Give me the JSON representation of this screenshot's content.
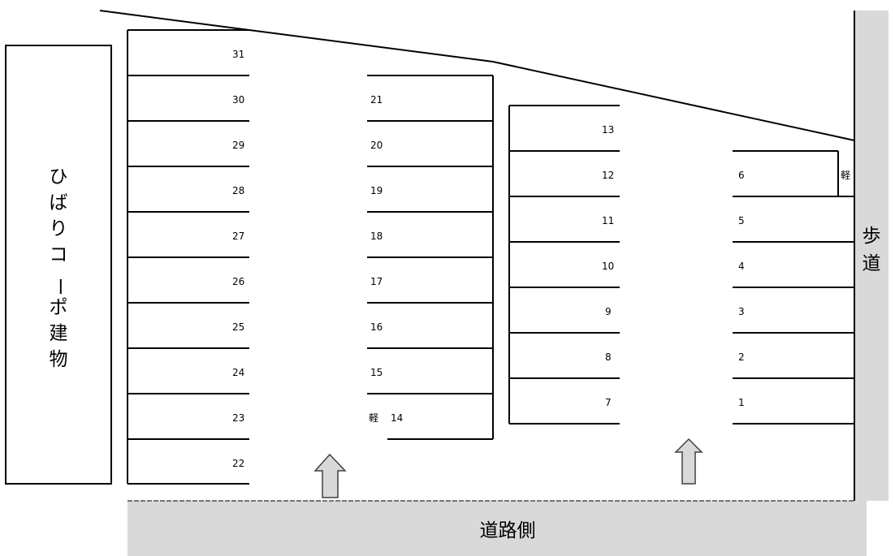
{
  "building": {
    "label_chars": [
      "ひ",
      "ば",
      "り",
      "コ",
      "ー",
      "ポ",
      "建",
      "物"
    ]
  },
  "sidewalk": {
    "label_chars": [
      "歩",
      "道"
    ]
  },
  "road": {
    "label": "道路側"
  },
  "kei_marker": "軽",
  "colors": {
    "line": "#000000",
    "road_fill": "#d9d9d9",
    "arrow_fill": "#d9d9d9",
    "arrow_stroke": "#404040"
  },
  "columns": {
    "col_a": [
      "31",
      "30",
      "29",
      "28",
      "27",
      "26",
      "25",
      "24",
      "23",
      "22"
    ],
    "col_b": [
      "21",
      "20",
      "19",
      "18",
      "17",
      "16",
      "15",
      "14"
    ],
    "col_c": [
      "13",
      "12",
      "11",
      "10",
      "9",
      "8",
      "7"
    ],
    "col_d": [
      "6",
      "5",
      "4",
      "3",
      "2",
      "1"
    ]
  },
  "kei_spaces": [
    "14",
    "6"
  ],
  "entrance_arrows": 2
}
